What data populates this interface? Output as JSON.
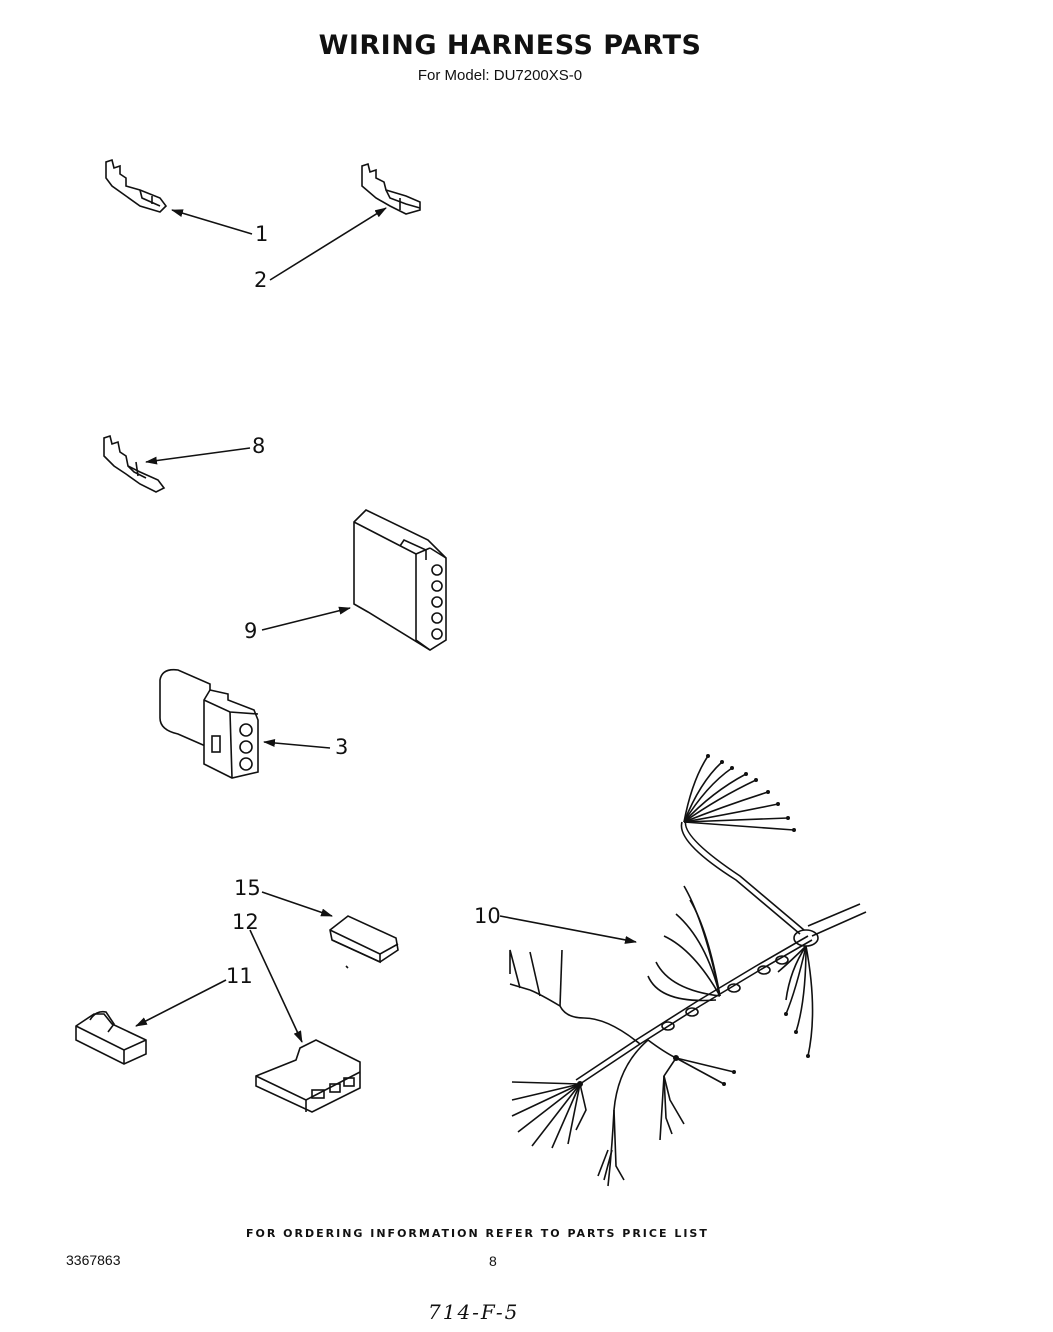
{
  "header": {
    "title": "WIRING HARNESS PARTS",
    "model": "For Model: DU7200XS-0"
  },
  "callouts": {
    "c1": "1",
    "c2": "2",
    "c3": "3",
    "c8": "8",
    "c9": "9",
    "c10": "10",
    "c11": "11",
    "c12": "12",
    "c15": "15"
  },
  "footer": {
    "ordering_note": "FOR ORDERING INFORMATION REFER TO PARTS PRICE LIST",
    "doc_number": "3367863",
    "page_number": "8",
    "handwritten": "714-F-5"
  }
}
